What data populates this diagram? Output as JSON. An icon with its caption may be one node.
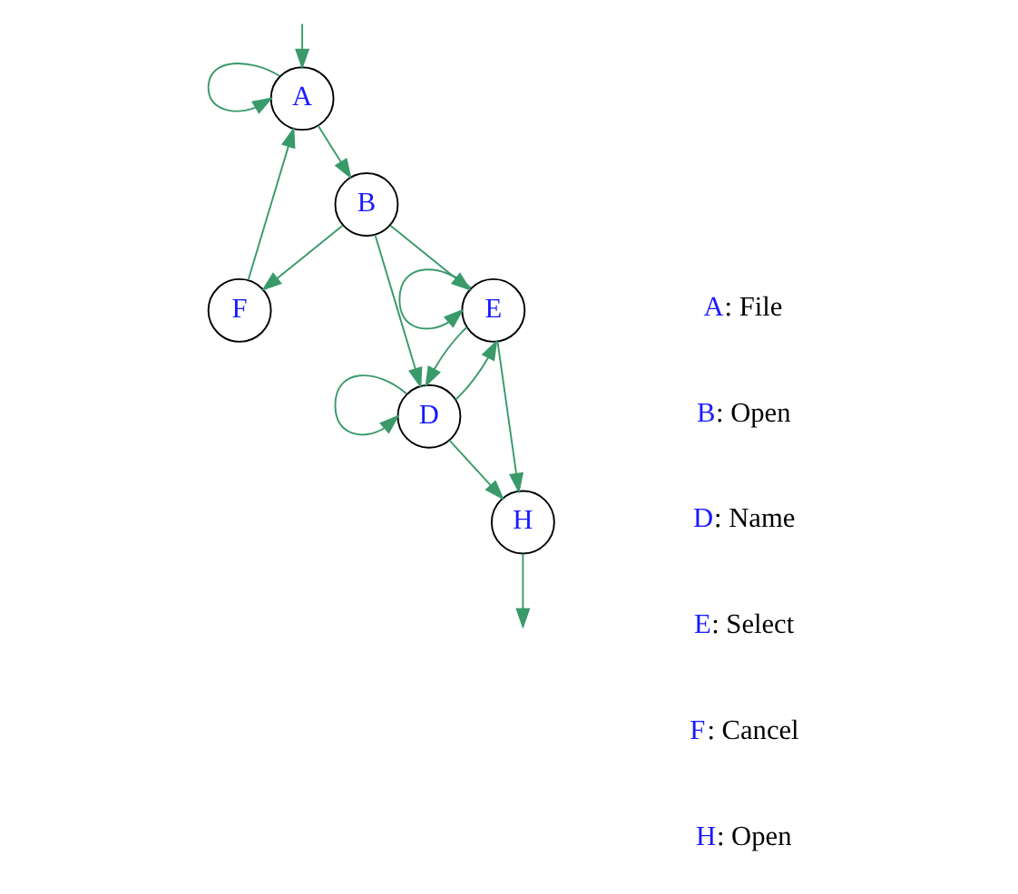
{
  "diagram": {
    "nodes": [
      {
        "text": [
          "A"
        ]
      },
      {
        "text": [
          "F"
        ]
      },
      {
        "text": [
          "B"
        ]
      },
      {
        "text": [
          "E"
        ]
      },
      {
        "text": [
          "D"
        ]
      },
      {
        "text": [
          "H"
        ]
      }
    ],
    "edges": [
      {
        "from": null,
        "to": 0,
        "arrow": "to"
      },
      {
        "from": 0,
        "to": 0,
        "arrow": "to"
      },
      {
        "from": 0,
        "to": 2,
        "arrow": "to"
      },
      {
        "from": 2,
        "to": 1,
        "arrow": "to"
      },
      {
        "from": 1,
        "to": 0,
        "arrow": "to"
      },
      {
        "from": 2,
        "to": 3,
        "arrow": "to"
      },
      {
        "from": 2,
        "to": 4,
        "arrow": "to"
      },
      {
        "from": 3,
        "to": 3,
        "arrow": "to"
      },
      {
        "from": 4,
        "to": 4,
        "arrow": "to"
      },
      {
        "from": 3,
        "to": 4,
        "arrow": "to"
      },
      {
        "from": 4,
        "to": 3,
        "arrow": "to"
      },
      {
        "from": 3,
        "to": 5,
        "arrow": "to"
      },
      {
        "from": 4,
        "to": 5,
        "arrow": "to"
      },
      {
        "from": 5,
        "to": null,
        "arrow": "to"
      }
    ],
    "labels": [
      "A: File",
      "B: Open",
      "D: Name",
      "E: Select",
      "F: Cancel",
      "H: Open"
    ]
  }
}
